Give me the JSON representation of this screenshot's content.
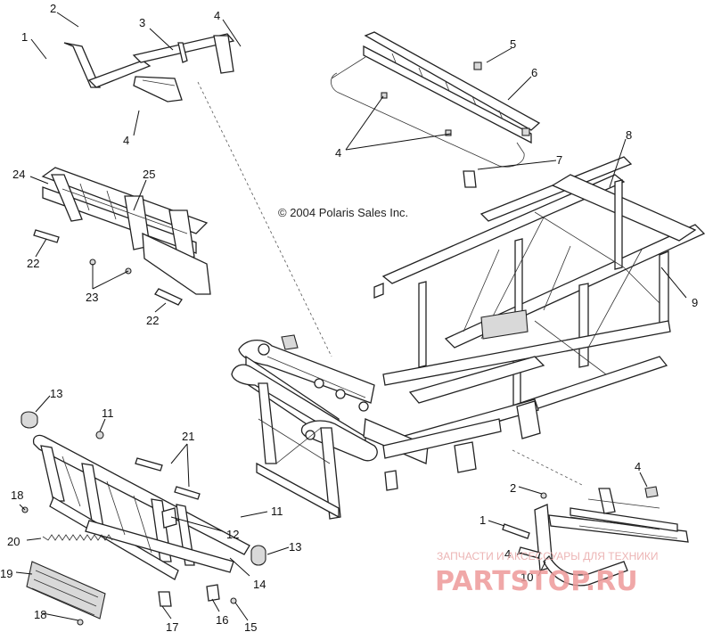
{
  "copyright": "© 2004 Polaris Sales Inc.",
  "watermark": {
    "subtitle": "ЗАПЧАСТИ И АКСЕССУАРЫ ДЛЯ ТЕХНИКИ",
    "brand": "PARTSTOP.RU",
    "color": "#ee9a9a"
  },
  "callouts": [
    "1",
    "2",
    "3",
    "4",
    "4",
    "4",
    "5",
    "6",
    "7",
    "8",
    "9",
    "24",
    "25",
    "22",
    "23",
    "22",
    "13",
    "11",
    "21",
    "18",
    "20",
    "19",
    "18",
    "17",
    "16",
    "15",
    "14",
    "12",
    "11",
    "13",
    "4",
    "2",
    "1",
    "4",
    "10"
  ]
}
